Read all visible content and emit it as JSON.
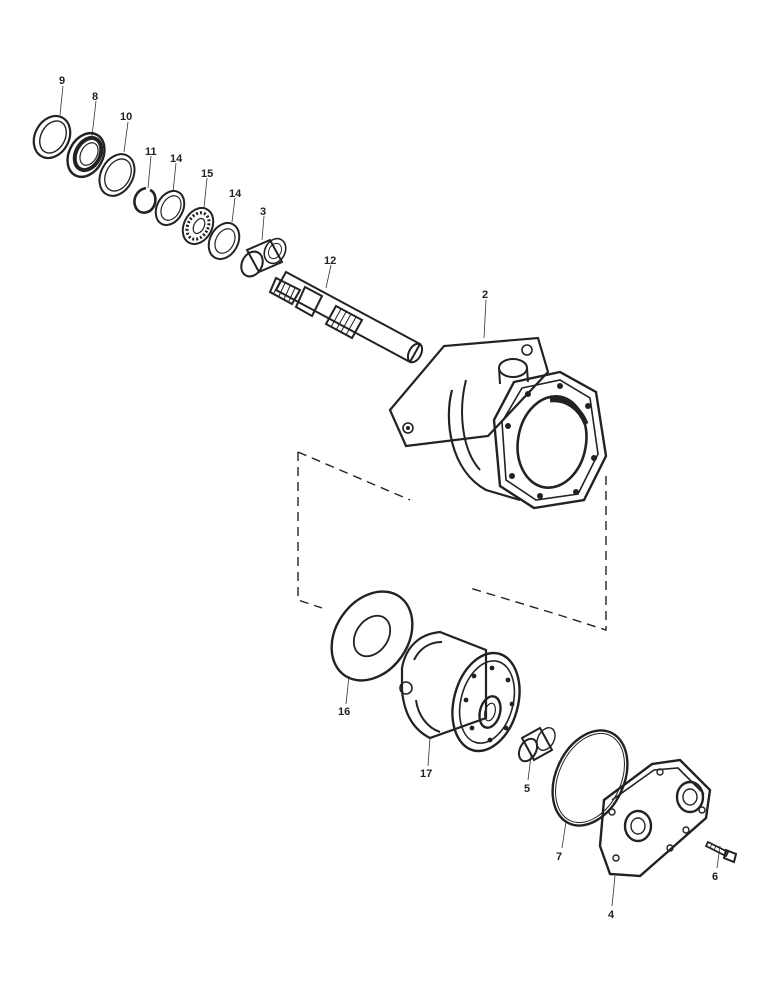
{
  "diagram": {
    "type": "exploded-parts-view",
    "callouts": {
      "c9": "9",
      "c8": "8",
      "c10": "10",
      "c11": "11",
      "c14a": "14",
      "c15": "15",
      "c14b": "14",
      "c3": "3",
      "c12": "12",
      "c2": "2",
      "c16": "16",
      "c17": "17",
      "c5": "5",
      "c7": "7",
      "c4": "4",
      "c6": "6"
    }
  }
}
